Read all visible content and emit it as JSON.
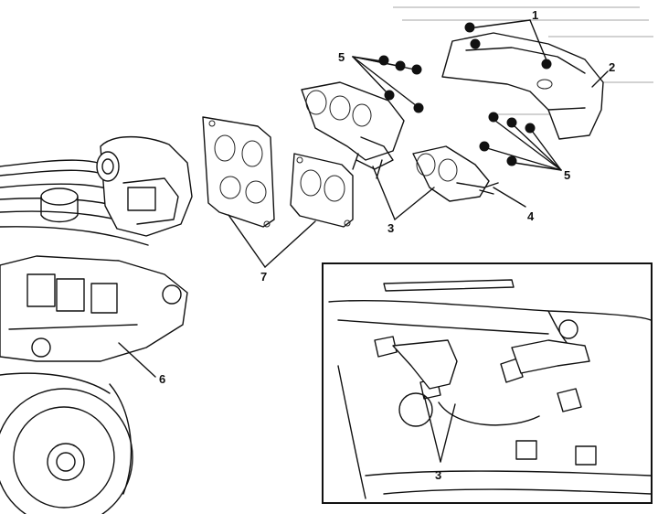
{
  "callouts": {
    "c1": "1",
    "c2": "2",
    "c3a": "3",
    "c3b": "3",
    "c4": "4",
    "c5a": "5",
    "c5b": "5",
    "c6": "6",
    "c7": "7"
  }
}
